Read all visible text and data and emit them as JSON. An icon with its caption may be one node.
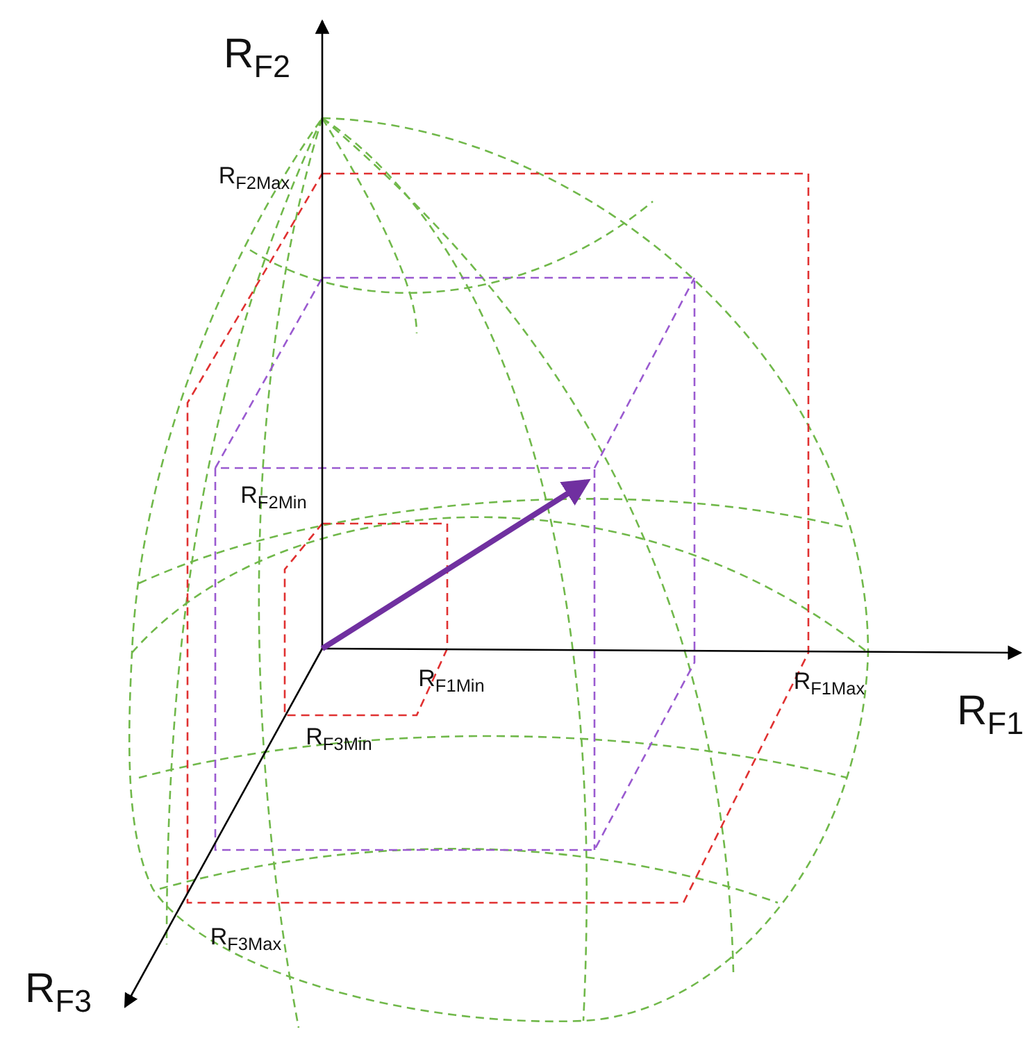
{
  "diagram": {
    "labels": [
      "R$_{F2}$",
      "R$_{F2}$$_{Max}$",
      "R$_{F2}$$_{Min}$",
      "R$_{F1}$$_{Min}$",
      "R$_{F1}$$_{Max}$",
      "R$_{F1}$",
      "R$_{F3}$$_{Min}$",
      "R$_{F3}$$_{Max}$",
      "R$_{F3}$"
    ]
  }
}
